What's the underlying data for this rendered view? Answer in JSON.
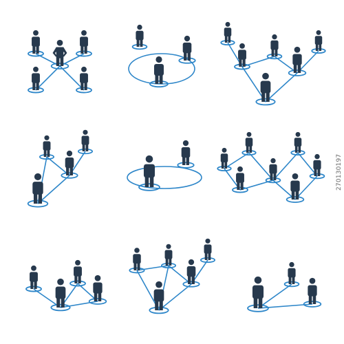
{
  "colors": {
    "person": "#27394d",
    "ring": "#2d86c9",
    "line": "#2d86c9",
    "background": "#ffffff"
  },
  "stock_id": "270130197",
  "icon_set": {
    "description_name": "people-network-icons",
    "icons": [
      {
        "name": "network-icon-1"
      },
      {
        "name": "network-icon-2"
      },
      {
        "name": "network-icon-3"
      },
      {
        "name": "network-icon-4"
      },
      {
        "name": "network-icon-5"
      },
      {
        "name": "network-icon-6"
      },
      {
        "name": "network-icon-7"
      },
      {
        "name": "network-icon-8"
      },
      {
        "name": "network-icon-9"
      }
    ]
  }
}
